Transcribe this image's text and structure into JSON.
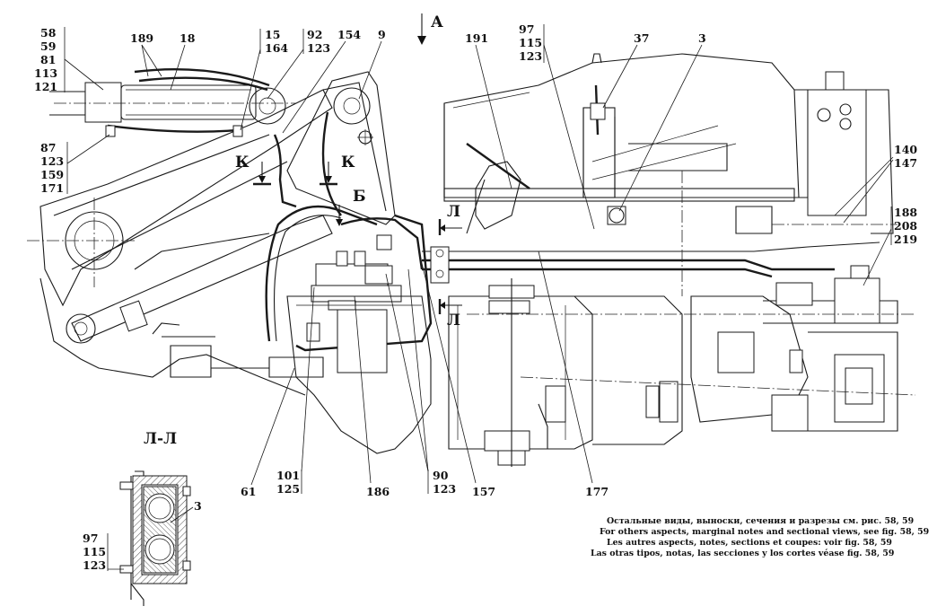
{
  "view_labels": {
    "view_a": "А",
    "view_b": "Б",
    "section_k_left": "К",
    "section_k_right": "К",
    "section_l_top": "Л",
    "section_l_bottom": "Л",
    "section_l_title": "Л-Л"
  },
  "callouts": {
    "c_58_121": [
      "58",
      "59",
      "81",
      "113",
      "121"
    ],
    "c_189": "189",
    "c_18": "18",
    "c_15_164": [
      "15",
      "164"
    ],
    "c_92_123": [
      "92",
      "123"
    ],
    "c_154": "154",
    "c_9": "9",
    "c_87_171": [
      "87",
      "123",
      "159",
      "171"
    ],
    "c_191": "191",
    "c_97_123_top": [
      "97",
      "115",
      "123"
    ],
    "c_37": "37",
    "c_3_top": "3",
    "c_140_147": [
      "140",
      "147"
    ],
    "c_188_219": [
      "188",
      "208",
      "219"
    ],
    "c_61": "61",
    "c_101_125": [
      "101",
      "125"
    ],
    "c_186": "186",
    "c_90_123": [
      "90",
      "123"
    ],
    "c_157": "157",
    "c_177": "177",
    "c_3_section": "3",
    "c_97_123_section": [
      "97",
      "115",
      "123"
    ]
  },
  "notes": [
    "Остальные виды, выноски, сечения и разрезы см. рис. 58, 59",
    "For others aspects, marginal notes and sectional views, see fig. 58, 59",
    "Les autres aspects, notes, sections et coupes: voir fig. 58, 59",
    "Las otras tipos, notas, las secciones y los cortes véase fig. 58, 59"
  ]
}
